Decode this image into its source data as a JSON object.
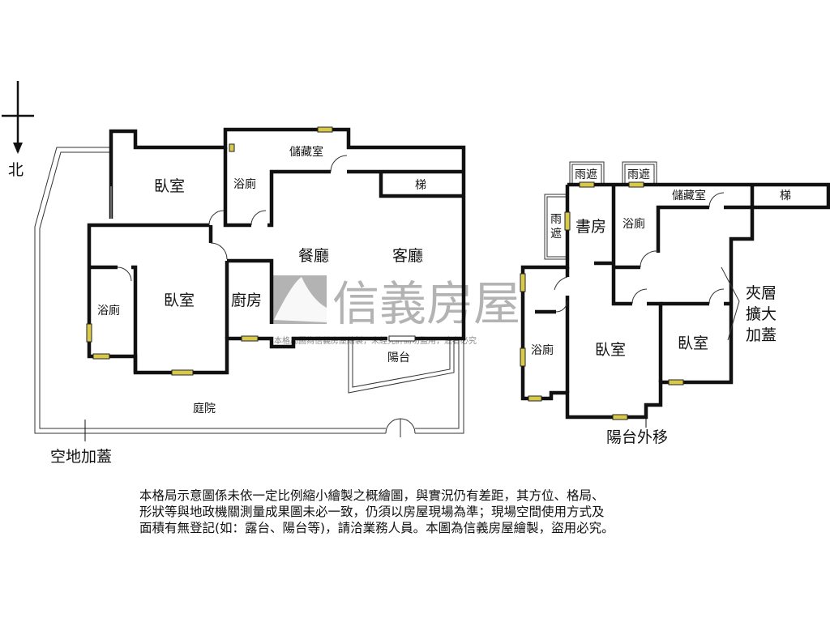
{
  "compass": {
    "label": "北"
  },
  "left_plan": {
    "rooms": {
      "bedroom_top": "臥室",
      "bath_top": "浴廁",
      "storage": "儲藏室",
      "stairs": "梯",
      "dining": "餐廳",
      "living": "客廳",
      "kitchen": "廚房",
      "bedroom_main": "臥室",
      "bath_left": "浴廁",
      "balcony": "陽台",
      "courtyard": "庭院"
    },
    "annotation": "空地加蓋"
  },
  "right_plan": {
    "rooms": {
      "canopy_1": "雨遮",
      "canopy_2": "雨遮",
      "canopy_side": "雨遮",
      "storage": "儲藏室",
      "stairs": "梯",
      "study": "書房",
      "bath_top": "浴廁",
      "bath_left": "浴廁",
      "bedroom_1": "臥室",
      "bedroom_2": "臥室"
    },
    "annotations": {
      "mezzanine": [
        "夾層",
        "擴大",
        "加蓋"
      ],
      "balcony_moved": "陽台外移"
    }
  },
  "watermark": {
    "brand": "信義房屋",
    "notice": "本格局圖為信義房屋繪製，未經允許請勿盜用，違者必究"
  },
  "disclaimer": [
    "本格局示意圖係未依一定比例縮小繪製之概繪圖，與實況仍有差距，其方位、格局、",
    "形狀等與地政機關測量成果圖未必一致，仍須以房屋現場為準；現場空間使用方式及",
    "面積有無登記(如：露台、陽台等)，請洽業務人員。本圖為信義房屋繪製，盜用必究。"
  ],
  "colors": {
    "wall": "#111111",
    "window": "#d8c94a",
    "watermark": "#9a9a9a"
  }
}
